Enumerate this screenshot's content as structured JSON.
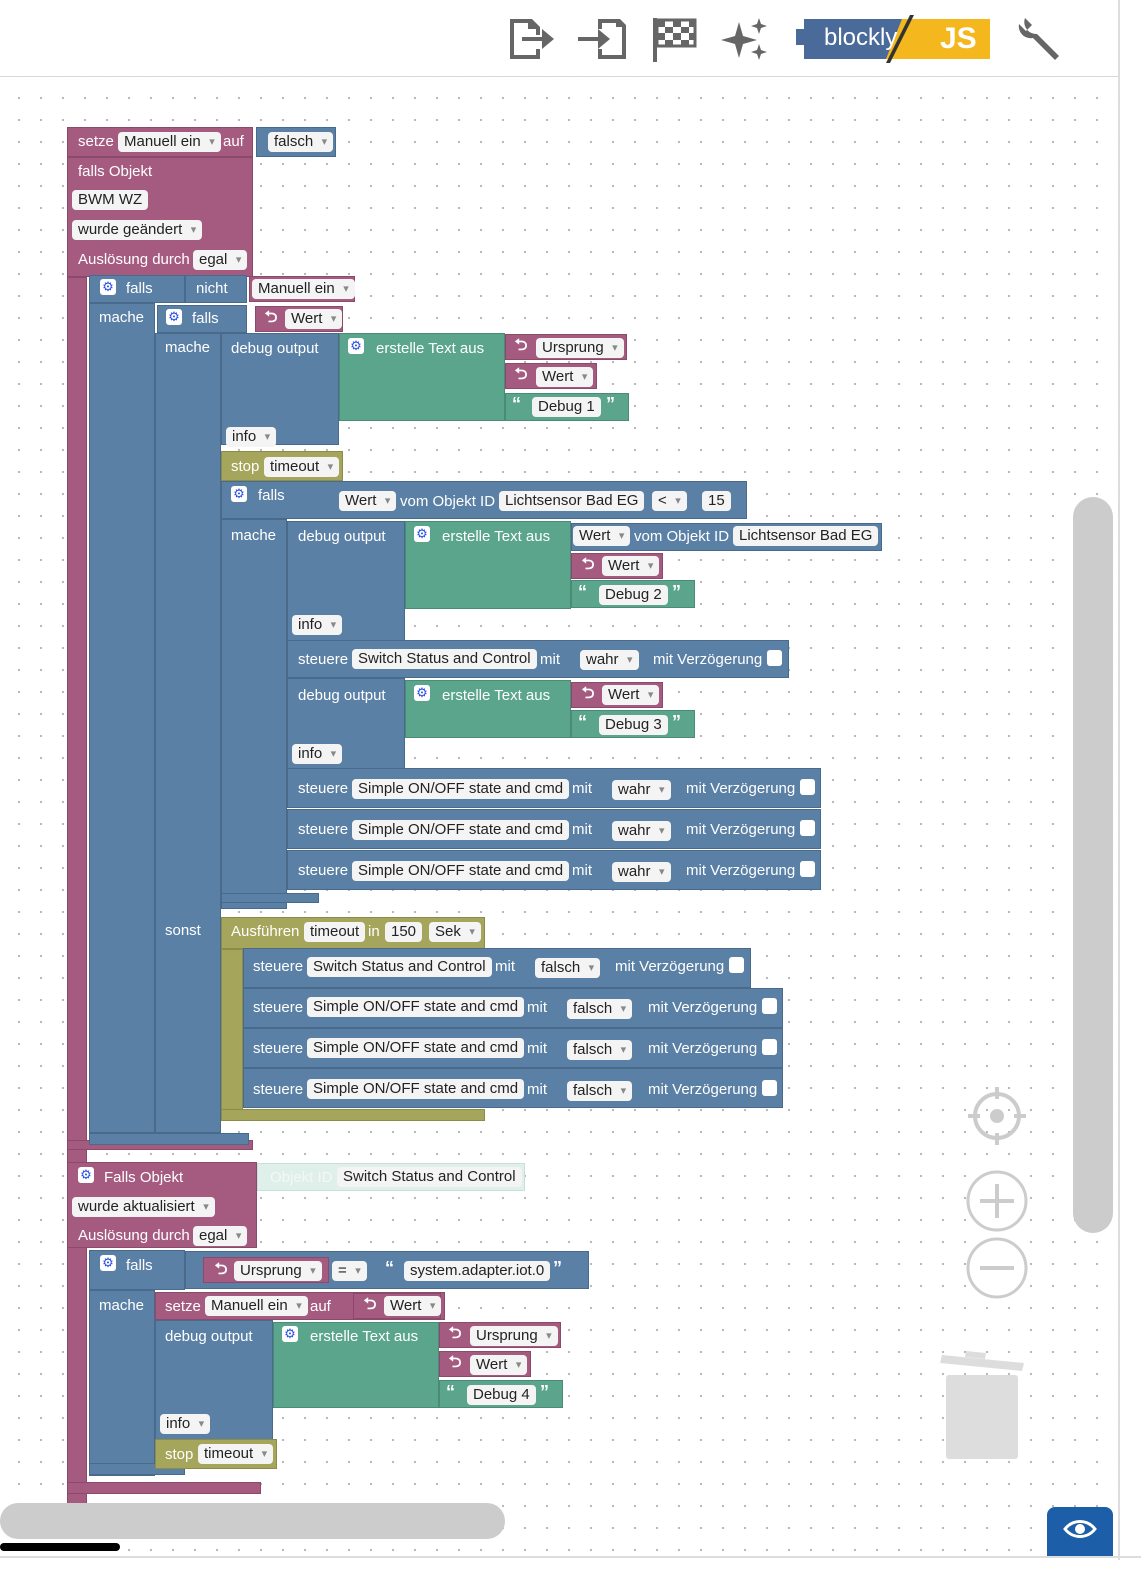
{
  "toolbar": {
    "export_icon": "export-icon",
    "import_icon": "import-icon",
    "flag_icon": "checkered-flag-icon",
    "sparkle_icon": "sparkle-icon",
    "settings_icon": "wrench-icon",
    "blockly_label": "blockly",
    "js_label": "JS"
  },
  "icons": {
    "gear": "⚙",
    "ret": "⮌",
    "quote_open": "“",
    "quote_close": "”"
  },
  "block1": {
    "setze": "setze",
    "manuell": "Manuell ein",
    "auf": "auf",
    "falsch": "falsch",
    "falls_objekt": "falls Objekt",
    "bwm": "BWM WZ",
    "geaendert": "wurde geändert",
    "ausloesung": "Auslösung durch",
    "egal": "egal",
    "falls": "falls",
    "nicht": "nicht",
    "mache": "mache",
    "wert": "Wert",
    "debug_output": "debug output",
    "erstelle": "erstelle Text aus",
    "ursprung": "Ursprung",
    "debug1": "Debug 1",
    "info": "info",
    "stop": "stop",
    "timeout": "timeout",
    "vom_objekt": "vom Objekt ID",
    "lichtsensor": "Lichtsensor Bad EG",
    "lt": "<",
    "num15": "15",
    "debug2": "Debug 2",
    "debug3": "Debug 3",
    "steuere": "steuere",
    "switch": "Switch Status and Control",
    "simple": "Simple ON/OFF state and cmd",
    "mit": "mit",
    "wahr": "wahr",
    "verzoegerung": "mit Verzögerung",
    "sonst": "sonst",
    "ausfuehren": "Ausführen",
    "in": "in",
    "num150": "150",
    "sek": "Sek"
  },
  "block2": {
    "falls_objekt": "Falls Objekt",
    "objekt_id": "Objekt ID",
    "switch": "Switch Status and Control",
    "aktualisiert": "wurde aktualisiert",
    "ausloesung": "Auslösung durch",
    "egal": "egal",
    "falls": "falls",
    "ursprung": "Ursprung",
    "eq": "=",
    "adapter": "system.adapter.iot.0",
    "mache": "mache",
    "setze": "setze",
    "manuell": "Manuell ein",
    "auf": "auf",
    "wert": "Wert",
    "debug_output": "debug output",
    "erstelle": "erstelle Text aus",
    "debug4": "Debug 4",
    "info": "info",
    "stop": "stop",
    "timeout": "timeout"
  },
  "controls": {
    "recenter_icon": "crosshair-icon",
    "zoom_in_icon": "zoom-in-icon",
    "zoom_out_icon": "zoom-out-icon",
    "trash_icon": "trash-icon",
    "eye_icon": "eye-icon"
  }
}
